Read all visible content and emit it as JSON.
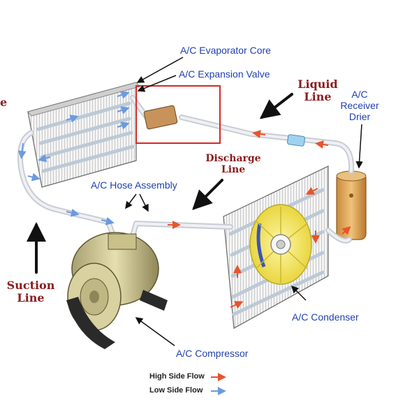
{
  "labels": {
    "evaporator": "A/C Evaporator Core",
    "expansion_valve": "A/C Expansion Valve",
    "receiver_drier": [
      "A/C",
      "Receiver",
      "Drier"
    ],
    "hose_assembly": "A/C Hose Assembly",
    "condenser": "A/C Condenser",
    "compressor": "A/C Compressor"
  },
  "callouts": {
    "liquid_line": [
      "Liquid",
      "Line"
    ],
    "discharge_line": [
      "Discharge",
      "Line"
    ],
    "suction_line": [
      "Suction",
      "Line"
    ],
    "edge_fragment": "e"
  },
  "legend": {
    "high_side": {
      "label": "High Side Flow",
      "color": "#e8542a"
    },
    "low_side": {
      "label": "Low Side Flow",
      "color": "#6a9be0"
    }
  },
  "colors": {
    "label_blue": "#1f3fb0",
    "callout_red": "#8c1c1c",
    "highlight_box": "#d62828",
    "high_flow": "#e8542a",
    "low_flow": "#6a9be0"
  }
}
